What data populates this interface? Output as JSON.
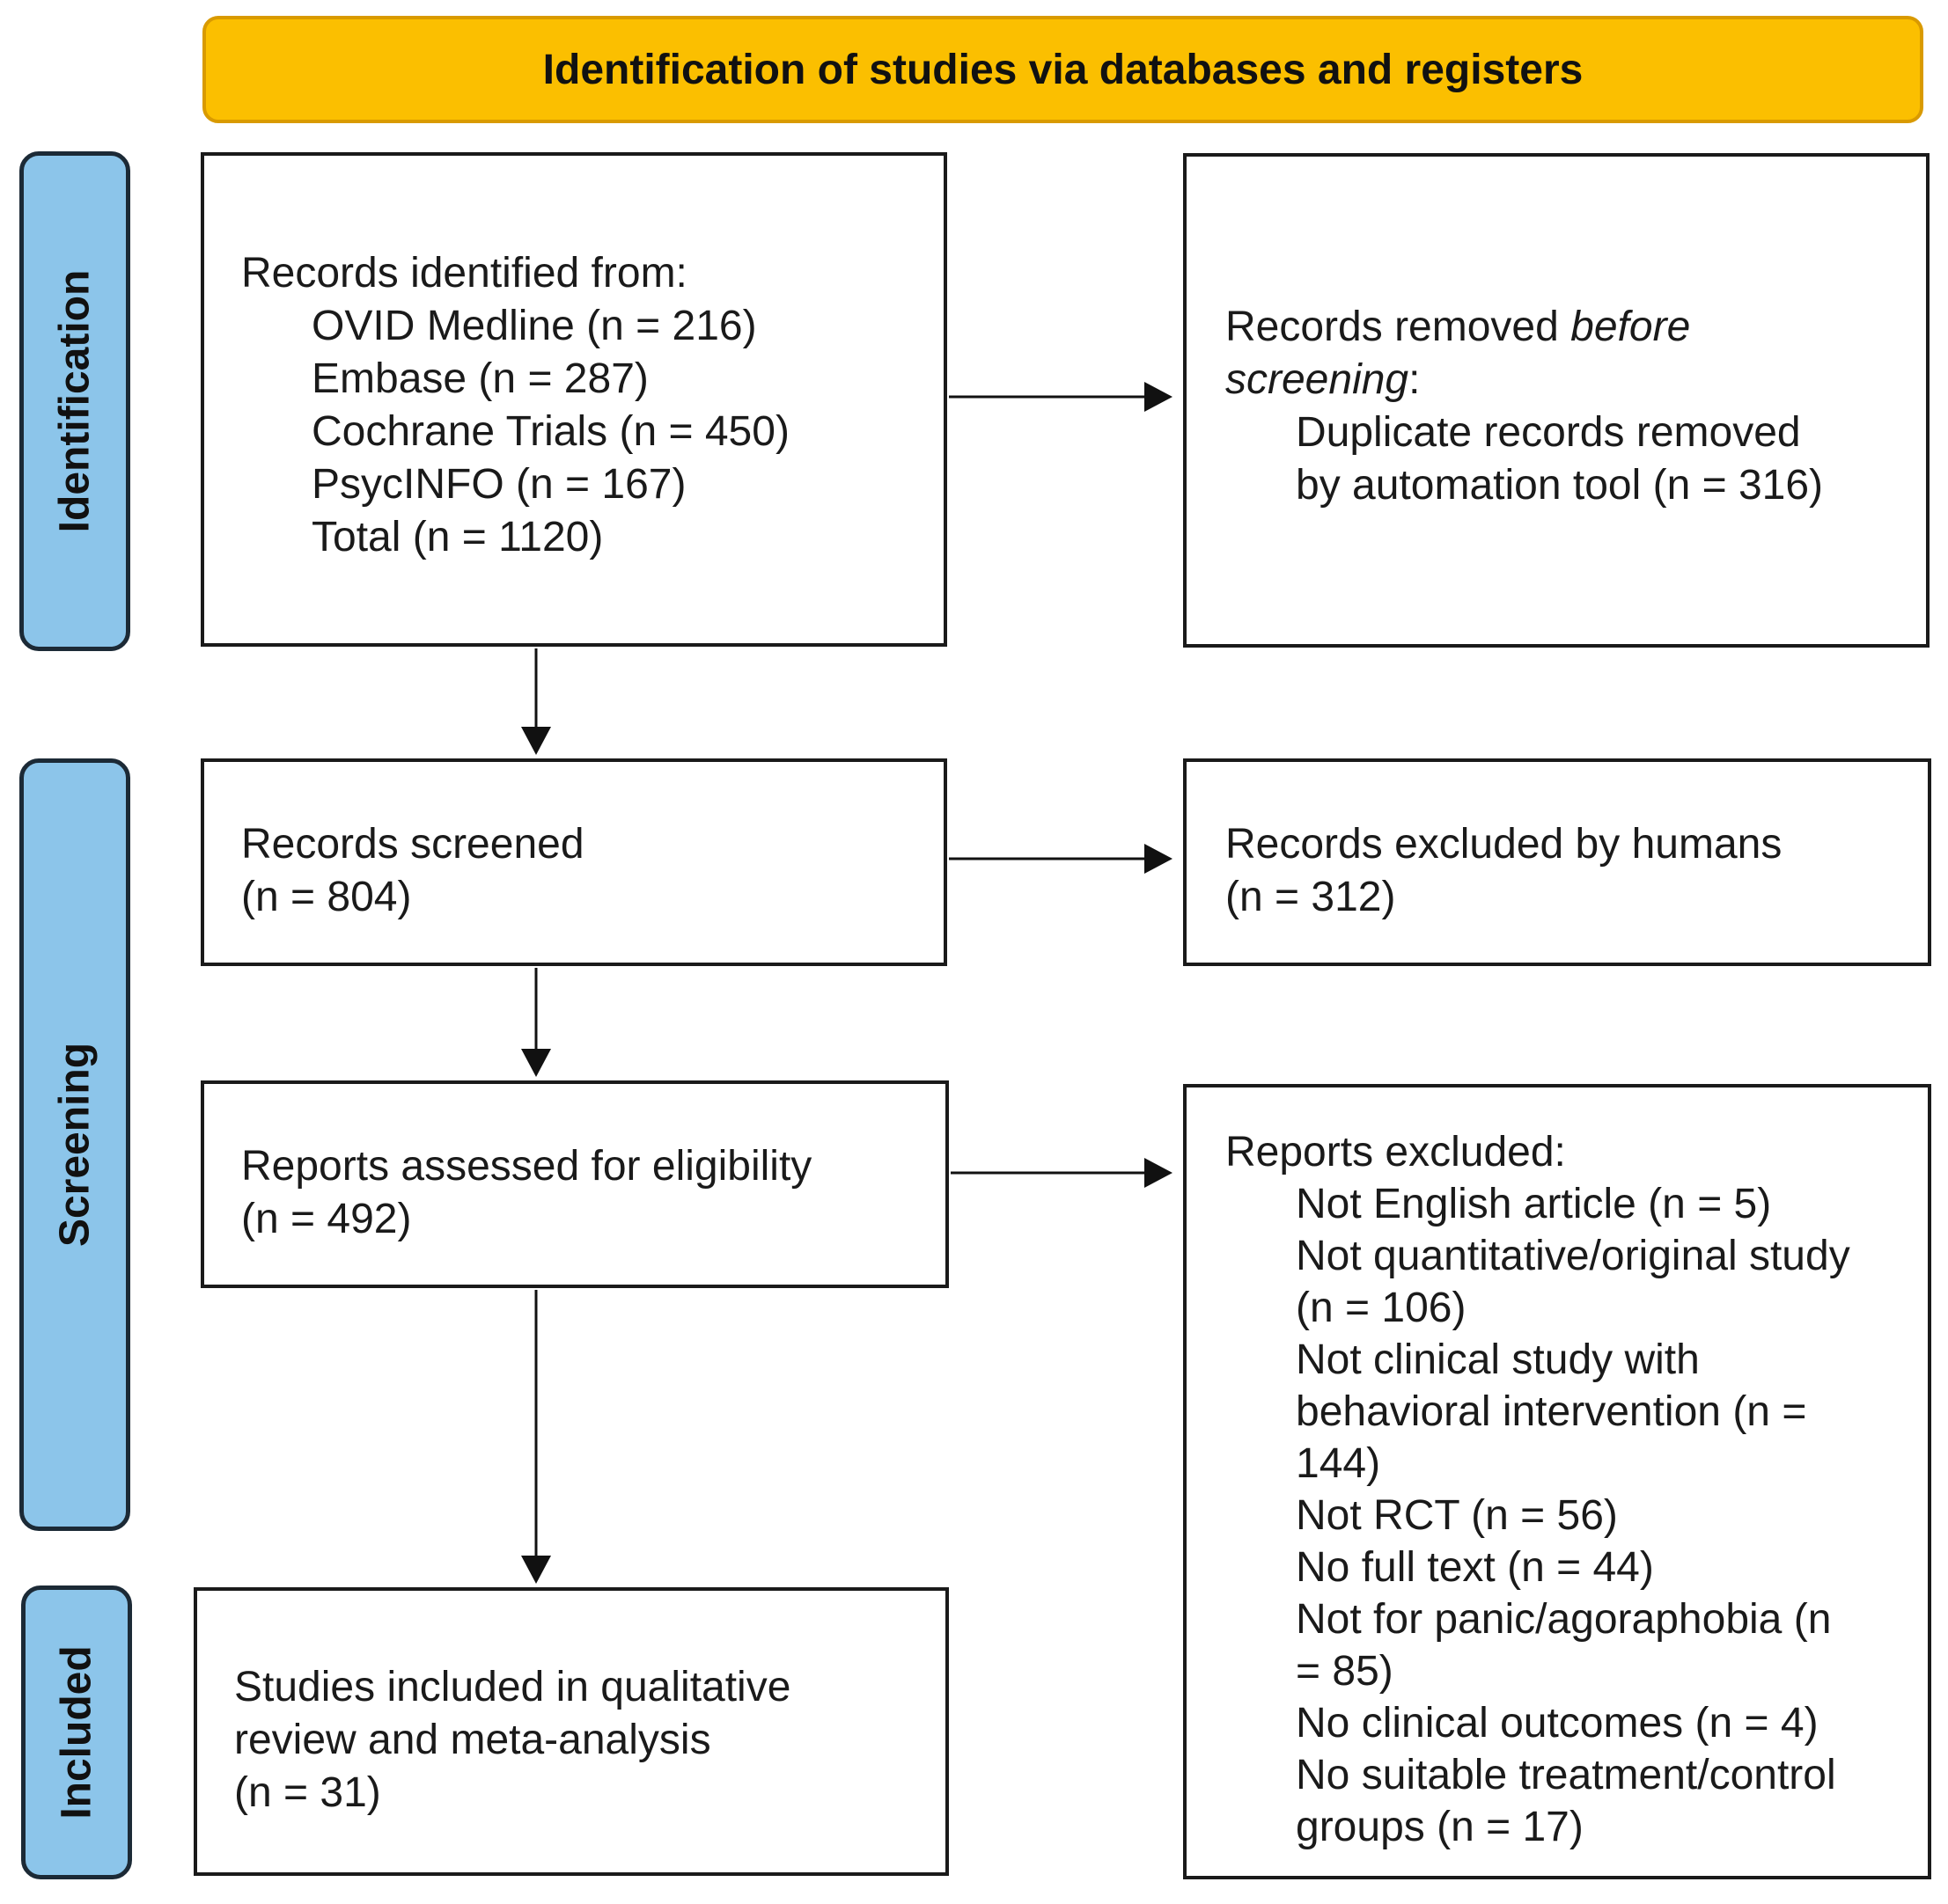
{
  "header": {
    "title": "Identification of studies via databases and registers"
  },
  "phases": {
    "identification": "Identification",
    "screening": "Screening",
    "included": "Included"
  },
  "identified": {
    "heading": "Records identified from:",
    "sources": [
      "OVID Medline (n = 216)",
      "Embase (n = 287)",
      "Cochrane Trials (n = 450)",
      "PsycINFO (n = 167)",
      "Total (n = 1120)"
    ]
  },
  "removed": {
    "heading_prefix": "Records removed ",
    "heading_em1": "before",
    "heading_em2": "screening",
    "heading_suffix": ":",
    "detail_line1": "Duplicate records removed",
    "detail_line2": "by automation tool (n = 316)"
  },
  "screened": {
    "line1": "Records screened",
    "line2": "(n = 804)"
  },
  "excluded_humans": {
    "line1": "Records excluded by humans",
    "line2": "(n = 312)"
  },
  "assessed": {
    "line1": "Reports assessed for eligibility",
    "line2": "(n = 492)"
  },
  "reports_excluded": {
    "heading": "Reports excluded:",
    "lines": [
      "Not English article (n = 5)",
      "Not quantitative/original study",
      "(n = 106)",
      "Not clinical study with",
      "behavioral intervention (n =",
      "144)",
      "Not RCT (n = 56)",
      "No full text (n = 44)",
      "Not for panic/agoraphobia (n",
      "= 85)",
      "No clinical outcomes (n = 4)",
      "No suitable treatment/control",
      "groups (n = 17)"
    ]
  },
  "included": {
    "line1": "Studies included in qualitative",
    "line2": "review and meta-analysis",
    "line3": "(n = 31)"
  }
}
